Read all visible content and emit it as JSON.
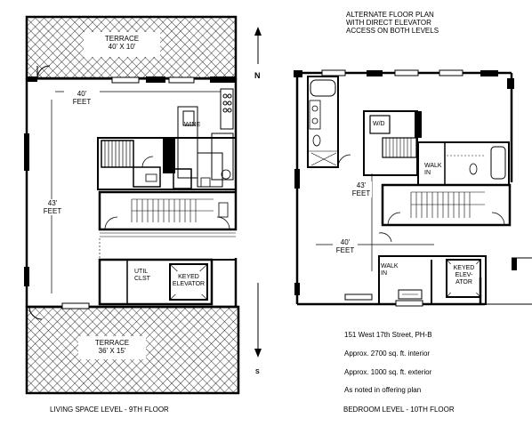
{
  "left_plan": {
    "terrace_top": {
      "name": "TERRACE",
      "size": "40' X 10'"
    },
    "width_dim": {
      "value": "40'",
      "unit": "FEET"
    },
    "depth_dim": {
      "value": "43'",
      "unit": "FEET"
    },
    "wine": "WINE",
    "util_closet": {
      "line1": "UTIL",
      "line2": "CLST"
    },
    "keyed_elevator": {
      "line1": "KEYED",
      "line2": "ELEVATOR"
    },
    "terrace_bottom": {
      "name": "TERRACE",
      "size": "36' X 15'"
    },
    "caption": "LIVING SPACE LEVEL - 9TH FLOOR"
  },
  "right_plan": {
    "title": {
      "line1": "ALTERNATE FLOOR PLAN",
      "line2": "WITH DIRECT ELEVATOR",
      "line3": "ACCESS ON BOTH LEVELS"
    },
    "wd": "W/D",
    "walk_in_upper": {
      "line1": "WALK",
      "line2": "IN"
    },
    "depth_dim": {
      "value": "43'",
      "unit": "FEET"
    },
    "width_dim": {
      "value": "40'",
      "unit": "FEET"
    },
    "walk_in_lower": {
      "line1": "WALK",
      "line2": "IN"
    },
    "keyed_elevator": {
      "line1": "KEYED",
      "line2": "ELEV-",
      "line3": "ATOR"
    },
    "caption": "BEDROOM LEVEL - 10TH FLOOR"
  },
  "compass": {
    "north": "N",
    "south": "S"
  },
  "info": {
    "address": "151 West 17th Street, PH-B",
    "interior": "Approx. 2700 sq. ft. interior",
    "exterior": "Approx. 1000 sq. ft. exterior",
    "note": "As noted in offering plan"
  }
}
